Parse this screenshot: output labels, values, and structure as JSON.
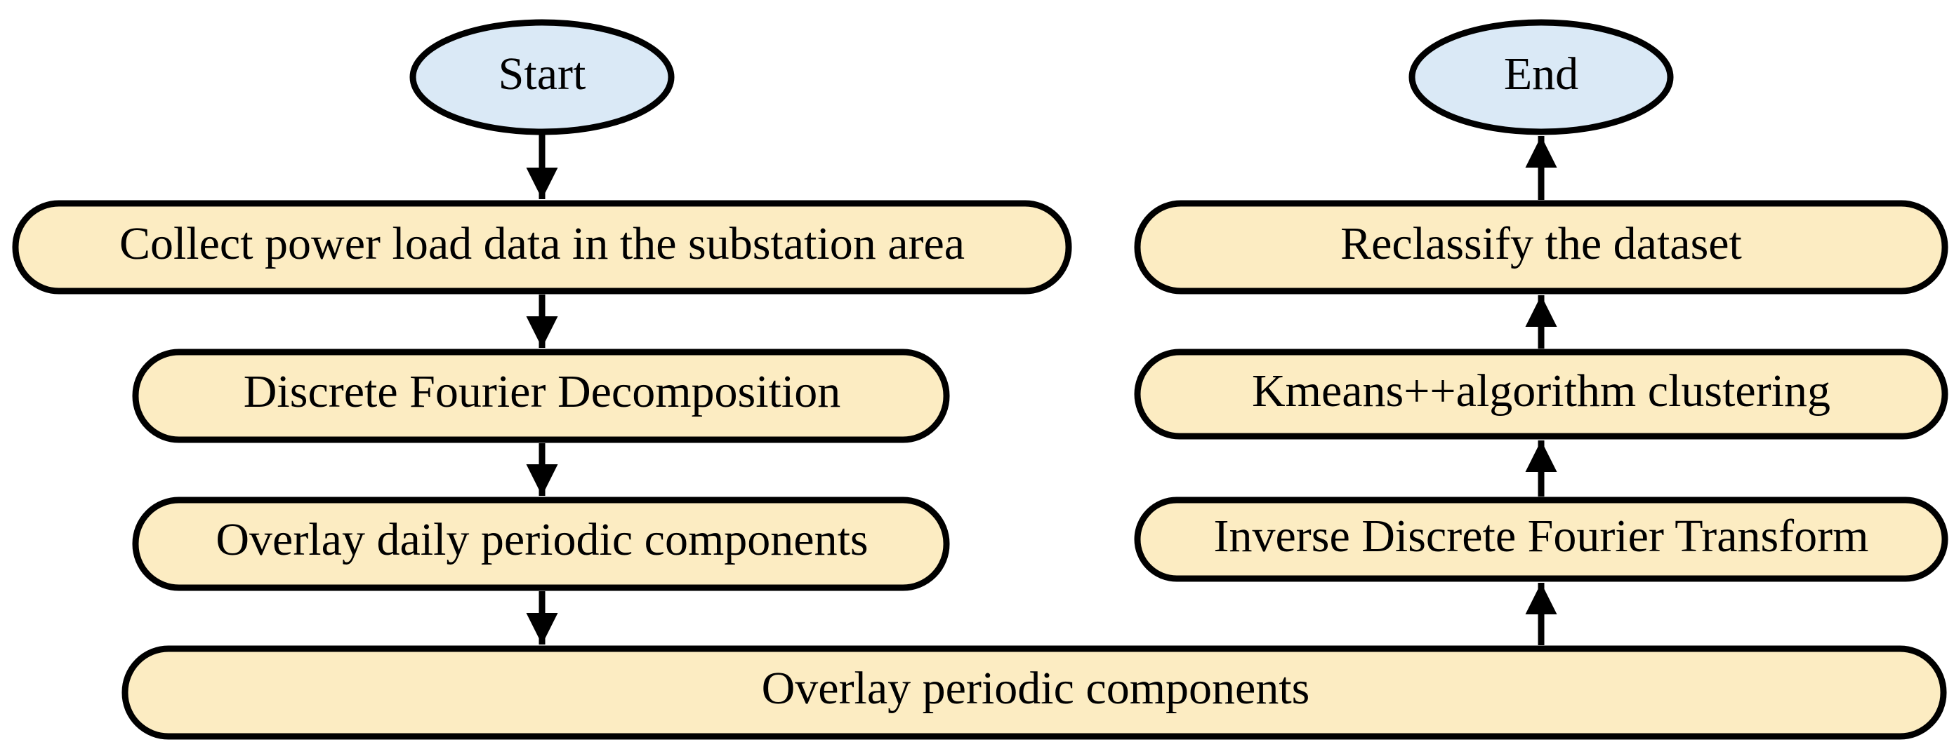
{
  "colors": {
    "terminal_fill": "#dae9f6",
    "process_fill": "#fcecc2",
    "stroke": "#000000"
  },
  "nodes": {
    "start": "Start",
    "end": "End",
    "collect": "Collect power load data in the substation area",
    "dft": "Discrete Fourier Decomposition",
    "overlay_daily": "Overlay daily periodic components",
    "overlay_periodic": "Overlay periodic components",
    "idft": "Inverse Discrete Fourier Transform",
    "kmeans": "Kmeans++algorithm clustering",
    "reclassify": "Reclassify the dataset"
  }
}
